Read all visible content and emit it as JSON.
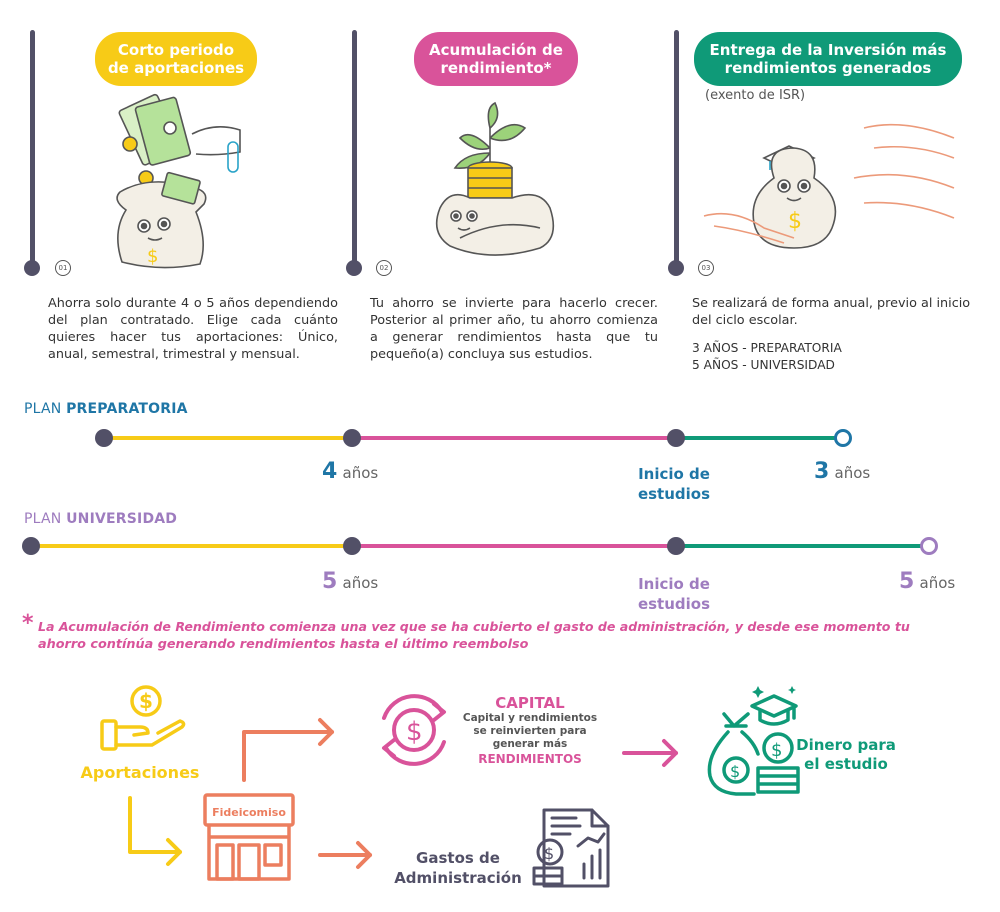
{
  "steps": [
    {
      "number": "01",
      "title": "Corto periodo de aportaciones",
      "text": "Ahorra solo durante 4 o 5 años dependiendo del plan contratado. Elige cada cuánto quieres hacer tus aportaciones: Único, anual, semestral, trimestral y mensual."
    },
    {
      "number": "02",
      "title": "Acumulación de rendimiento*",
      "text": "Tu ahorro se invierte para hacerlo crecer. Posterior al primer año, tu ahorro comienza a generar rendimientos hasta que tu pequeño(a) concluya sus estudios."
    },
    {
      "number": "03",
      "title": "Entrega de la Inversión más rendimientos generados",
      "subtitle": "(exento de ISR)",
      "text": "Se realizará de forma anual, previo al inicio del ciclo escolar.",
      "line_a": "3 AÑOS - PREPARATORIA",
      "line_b": "5 AÑOS - UNIVERSIDAD"
    }
  ],
  "plans": [
    {
      "prefix": "PLAN",
      "name": "PREPARATORIA",
      "first_num": "4",
      "first_unit": "años",
      "middle_a": "Inicio de",
      "middle_b": "estudios",
      "last_num": "3",
      "last_unit": "años"
    },
    {
      "prefix": "PLAN",
      "name": "UNIVERSIDAD",
      "first_num": "5",
      "first_unit": "años",
      "middle_a": "Inicio de",
      "middle_b": "estudios",
      "last_num": "5",
      "last_unit": "años"
    }
  ],
  "footnote": {
    "mark": "*",
    "line_a": "La Acumulación de Rendimiento comienza una vez que se ha cubierto el gasto de administración, y desde ese momento tu",
    "line_b": "ahorro contínúa generando rendimientos hasta el último reembolso"
  },
  "flow": {
    "aportaciones": "Aportaciones",
    "fideicomiso": "Fideicomiso",
    "capital_title": "CAPITAL",
    "capital_a": "Capital y rendimientos",
    "capital_b": "se reinvierten para",
    "capital_c": "generar más",
    "capital_d": "RENDIMIENTOS",
    "dinero_a": "Dinero para",
    "dinero_b": "el estudio",
    "gastos_a": "Gastos de",
    "gastos_b": "Administración"
  },
  "icons": {
    "aportaciones": "hand-coin-icon",
    "capital": "cycle-dollar-icon",
    "dinero": "money-bag-graduation-icon",
    "fideicomiso": "storefront-icon",
    "gastos": "finance-report-icon"
  },
  "colors": {
    "yellow": "#f7cb17",
    "magenta": "#d9539a",
    "green": "#0f9a78",
    "blue": "#1f76a6",
    "purple": "#9e7cbf",
    "orange": "#ec7e5f",
    "dark": "#525067"
  }
}
